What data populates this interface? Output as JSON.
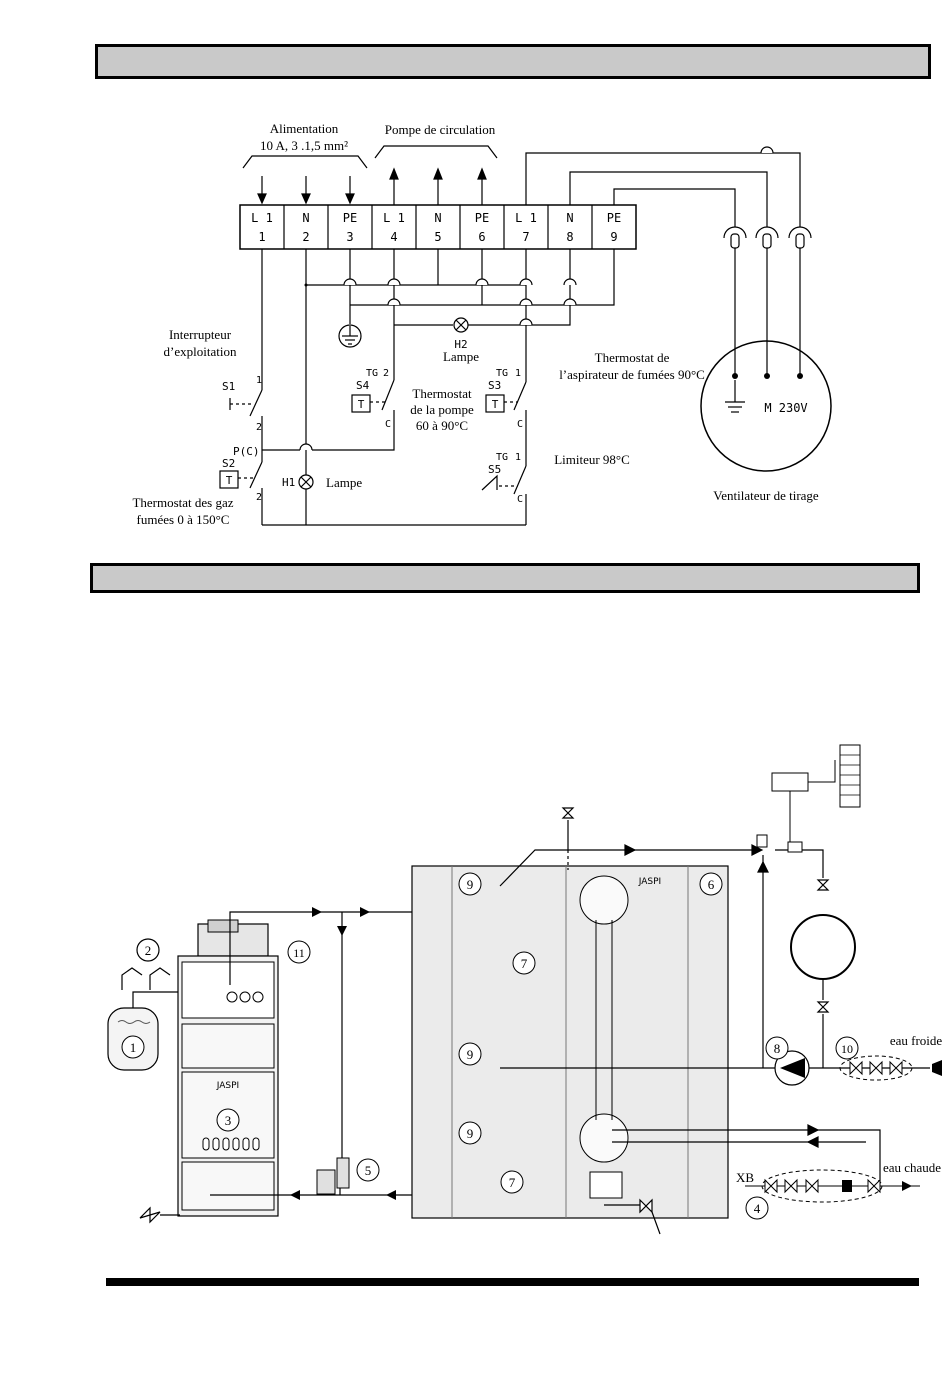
{
  "wiring": {
    "alimentation": {
      "line1": "Alimentation",
      "line2": "10 A, 3 .1,5 mm²"
    },
    "pompe_circulation": "Pompe de circulation",
    "terminals": [
      {
        "label": "L 1",
        "num": "1"
      },
      {
        "label": "N",
        "num": "2"
      },
      {
        "label": "PE",
        "num": "3"
      },
      {
        "label": "L 1",
        "num": "4"
      },
      {
        "label": "N",
        "num": "5"
      },
      {
        "label": "PE",
        "num": "6"
      },
      {
        "label": "L 1",
        "num": "7"
      },
      {
        "label": "N",
        "num": "8"
      },
      {
        "label": "PE",
        "num": "9"
      }
    ],
    "interrupteur": {
      "line1": "Interrupteur",
      "line2": "d’exploitation"
    },
    "s1": "S1",
    "s1_top": "1",
    "s1_bot": "2",
    "h2": "H2",
    "lampe_h2": "Lampe",
    "s4": {
      "tg": "TG",
      "tg_num": "2",
      "name": "S4",
      "t": "T",
      "c": "C"
    },
    "thermo_pompe": {
      "line1": "Thermostat",
      "line2": "de la pompe",
      "line3": "60 à 90°C"
    },
    "s3": {
      "tg": "TG",
      "tg_num": "1",
      "name": "S3",
      "t": "T",
      "c": "C"
    },
    "thermo_aspi": {
      "line1": "Thermostat de",
      "line2": "l’aspirateur de fumées 90°C"
    },
    "s2": {
      "pc": "P(C)",
      "name": "S2",
      "t": "T",
      "bot": "2"
    },
    "h1": "H1",
    "lampe_h1": "Lampe",
    "s5": {
      "tg": "TG",
      "tg_num": "1",
      "name": "S5",
      "c": "C"
    },
    "limiteur": "Limiteur 98°C",
    "thermo_gaz": {
      "line1": "Thermostat des gaz",
      "line2": "fumées 0 à 150°C"
    },
    "motor": "M 230V",
    "ventilateur": "Ventilateur de tirage"
  },
  "hydraulic": {
    "labels": [
      "1",
      "2",
      "3",
      "4",
      "5",
      "6",
      "7",
      "7",
      "8",
      "9",
      "9",
      "9",
      "10",
      "11"
    ],
    "eau_froide": "eau froide",
    "eau_chaude": "eau chaude",
    "xb": "XB",
    "brand": "JASPI"
  }
}
